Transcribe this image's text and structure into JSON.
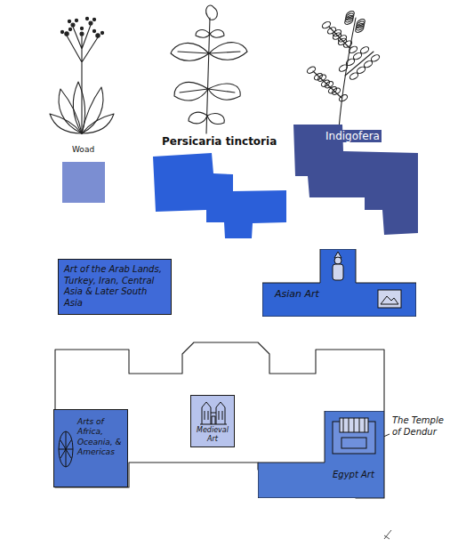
{
  "diagram": {
    "nodes": [
      {
        "text": [
          "Art of the Arab Lands, Turkey, Iran, Central Asia & Later South Asia"
        ]
      },
      {
        "text": [
          "Asian Art"
        ]
      },
      {
        "text": [
          "Arts of Africa, Oceania, & Americas"
        ]
      },
      {
        "text": [
          "Medieval Art"
        ]
      },
      {
        "text": [
          "Egypt Art"
        ]
      }
    ],
    "labels": [
      "The Temple of Dendur"
    ],
    "legend": [
      {
        "text": "Woad",
        "color": "#7b8ed2"
      },
      {
        "text": "Persicaria tinctoria",
        "color": "#2b5fd9"
      },
      {
        "text": "Indigofera",
        "color": "#404f95"
      }
    ]
  }
}
